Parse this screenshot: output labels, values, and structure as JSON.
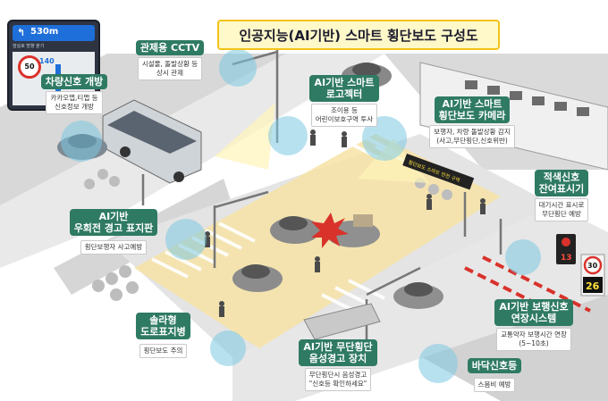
{
  "title": "인공지능(AI기반) 스마트 횡단보도 구성도",
  "phone": {
    "distance": "530m",
    "road": "잠실로 방향 분기",
    "speed_now": "140",
    "speed_limit": "50",
    "unit": "m"
  },
  "callouts": [
    {
      "id": "cctv",
      "title": "관제용 CCTV",
      "desc": [
        "시설물, 돌발상황 등",
        "상시 관제"
      ]
    },
    {
      "id": "vehicle-signal",
      "title": "차량신호 개방",
      "desc": [
        "카카오맵,티맵 등",
        "신호정보 개방"
      ]
    },
    {
      "id": "logo-projector",
      "title": "AI기반 스마트\n로고젝터",
      "desc": [
        "조이용 등",
        "어린이보호구역 투사"
      ]
    },
    {
      "id": "crosswalk-camera",
      "title": "AI기반 스마트\n횡단보도 카메라",
      "desc": [
        "보행자, 차량 돌발상황 감지",
        "(사고,무단횡단,신호위반)"
      ]
    },
    {
      "id": "right-turn-sign",
      "title": "AI기반\n우회전 경고 표지판",
      "desc": [
        "횡단보행자 사고예방"
      ]
    },
    {
      "id": "remaining-time",
      "title": "적색신호\n잔여표시기",
      "desc": [
        "대기시간 표시로",
        "무단횡단 예방"
      ]
    },
    {
      "id": "solar-marker",
      "title": "솔라형\n도로표지병",
      "desc": [
        "횡단보도 주의"
      ]
    },
    {
      "id": "signal-extension",
      "title": "AI기반 보행신호\n연장시스템",
      "desc": [
        "교통약자 보행시간 연장",
        "(5~10초)"
      ]
    },
    {
      "id": "voice-warning",
      "title": "AI기반 무단횡단\n음성경고 장치",
      "desc": [
        "무단횡단시 음성경고",
        "\"신호등 확인하세요\""
      ]
    },
    {
      "id": "floor-signal",
      "title": "바닥신호등",
      "desc": [
        "스몸비 예방"
      ]
    }
  ],
  "led_board": "횡단보도 스마트 안전 구역",
  "countdown": "13",
  "speed_sign": {
    "limit": "30",
    "count": "26"
  },
  "colors": {
    "road": "#e6e6e6",
    "crosswalk_glow": "#f7e3a6",
    "callout": "#2f7a63",
    "accent": "#ffe23d",
    "title_border": "#f2c318",
    "red_zone": "#d9322b"
  }
}
